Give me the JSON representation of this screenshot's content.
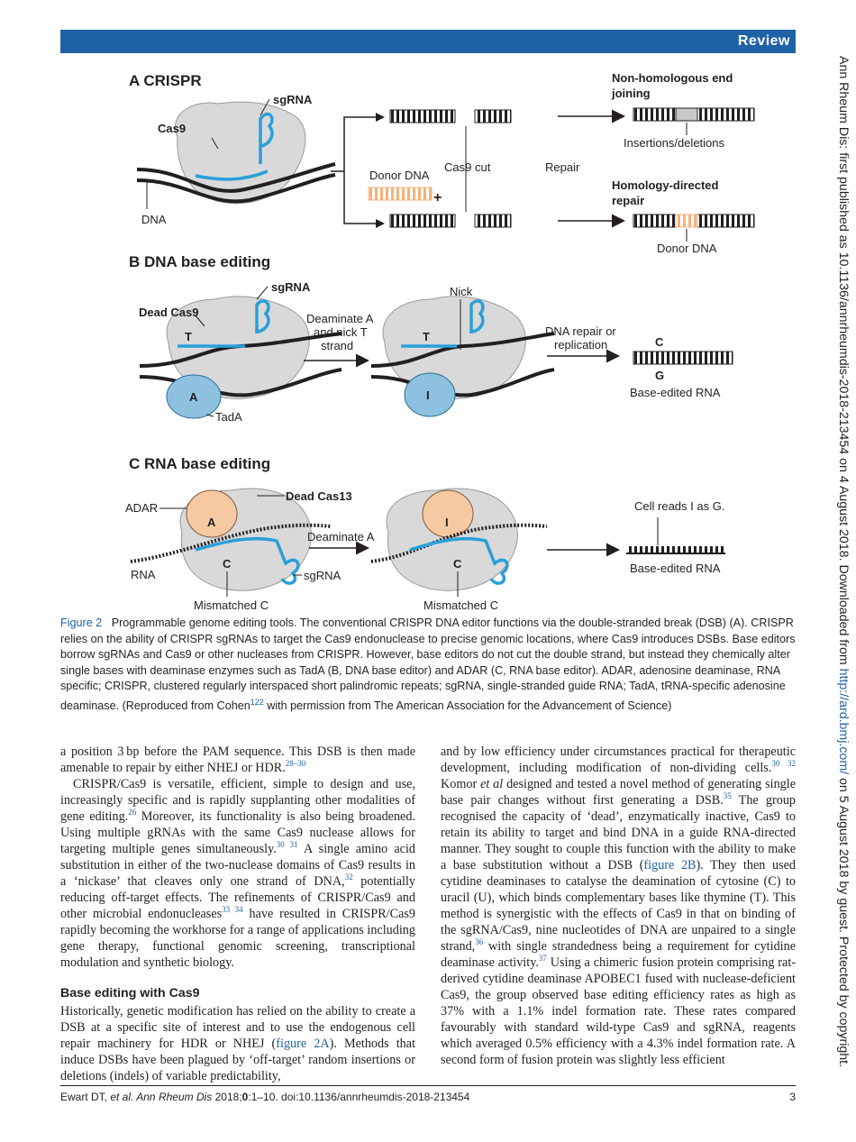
{
  "header": {
    "section": "Review"
  },
  "side_note": {
    "before_link": "Ann Rheum Dis: first published as 10.1136/annrheumdis-2018-213454 on 4 August 2018. Downloaded from ",
    "link": "http://ard.bmj.com/",
    "after_link": " on 5 August 2018 by guest. Protected by copyright."
  },
  "figure": {
    "panel_a": {
      "title": "A  CRISPR",
      "cas9": "Cas9",
      "sgrna": "sgRNA",
      "dna": "DNA",
      "donor_dna": "Donor DNA",
      "plus": "+",
      "cas9_cut": "Cas9 cut",
      "repair": "Repair",
      "nhej_line1": "Non-homologous end",
      "nhej_line2": "joining",
      "indels": "Insertions/deletions",
      "hdr_line1": "Homology-directed",
      "hdr_line2": "repair",
      "donor_dna_result": "Donor DNA"
    },
    "panel_b": {
      "title": "B  DNA base editing",
      "dead_cas9": "Dead Cas9",
      "sgrna": "sgRNA",
      "t_label": "T",
      "a_label": "A",
      "tada": "TadA",
      "step_line1": "Deaminate A",
      "step_line2": "and nick T",
      "step_line3": "strand",
      "nick": "Nick",
      "t_label2": "T",
      "i_label": "I",
      "repair_line1": "DNA repair or",
      "repair_line2": "replication",
      "c_label": "C",
      "g_label": "G",
      "result": "Base-edited RNA"
    },
    "panel_c": {
      "title": "C  RNA base editing",
      "adar": "ADAR",
      "dead_cas13": "Dead Cas13",
      "a_label": "A",
      "rna": "RNA",
      "c_label": "C",
      "sgrna": "sgRNA",
      "mismatched": "Mismatched C",
      "step": "Deaminate A",
      "i_label": "I",
      "c_label2": "C",
      "mismatched2": "Mismatched C",
      "reads": "Cell reads I as G.",
      "result": "Base-edited RNA"
    }
  },
  "caption": {
    "figno": "Figure 2",
    "text_part1": "Programmable genome editing tools. The conventional CRISPR DNA editor functions via the double-stranded break (DSB) (A). CRISPR relies on the ability of CRISPR sgRNAs to target the Cas9 endonuclease to precise genomic locations, where Cas9 introduces DSBs. Base editors borrow sgRNAs and Cas9 or other nucleases from CRISPR. However, base editors do not cut the double strand, but instead they chemically alter single bases with deaminase enzymes such as TadA (B, DNA base editor) and ADAR (C, RNA base editor). ADAR, adenosine deaminase, RNA specific; CRISPR, clustered regularly interspaced short palindromic repeats; sgRNA, single-stranded guide RNA; TadA, tRNA-specific adenosine deaminase. (Reproduced from Cohen",
    "ref": "122",
    "text_part2": " with permission from The American Association for the Advancement of Science)"
  },
  "left_column": {
    "p1a": "a position 3 bp before the PAM sequence. This DSB is then made amenable to repair by either NHEJ or HDR.",
    "p1_ref": "28–30",
    "p2a": "CRISPR/Cas9 is versatile, efficient, simple to design and use, increasingly specific and is rapidly supplanting other modalities of gene editing.",
    "p2_ref1": "26",
    "p2b": " Moreover, its functionality is also being broadened. Using multiple gRNAs with the same Cas9 nuclease allows for targeting multiple genes simultaneously.",
    "p2_ref2": "30 31",
    "p2c": " A single amino acid substitution in either of the two-nuclease domains of Cas9 results in a ‘nickase’ that cleaves only one strand of DNA,",
    "p2_ref3": "32",
    "p2d": " potentially reducing off-target effects. The refinements of CRISPR/Cas9 and other microbial endonucleases",
    "p2_ref4": "33 34",
    "p2e": " have resulted in CRISPR/Cas9 rapidly becoming the workhorse for a range of applications including gene therapy, functional genomic screening, transcriptional modulation and synthetic biology.",
    "heading": "Base editing with Cas9",
    "p3a": "Historically, genetic modification has relied on the ability to create a DSB at a specific site of interest and to use the endogenous cell repair machinery for HDR or NHEJ (",
    "p3_link": "figure 2A",
    "p3b": "). Methods that induce DSBs have been plagued by ‘off-target’ random insertions or deletions (indels) of variable predictability,"
  },
  "right_column": {
    "a1": "and by low efficiency under circumstances practical for therapeutic development, including modification of non-dividing cells.",
    "r1": "30 32",
    "a2": " Komor ",
    "a2_it": "et al",
    "a3": " designed and tested a novel method of generating single base pair changes without first generating a DSB.",
    "r2": "35",
    "a4": " The group recognised the capacity of ‘dead’, enzymatically inactive, Cas9 to retain its ability to target and bind DNA in a guide RNA-directed manner. They sought to couple this function with the ability to make a base substitution without a DSB (",
    "link": "figure 2B",
    "a5": "). They then used cytidine deaminases to catalyse the deamination of cytosine (C) to uracil (U), which binds complementary bases like thymine (T). This method is synergistic with the effects of Cas9 in that on binding of the sgRNA/Cas9, nine nucleotides of DNA are unpaired to a single strand,",
    "r3": "36",
    "a6": " with single strandedness being a requirement for cytidine deaminase activity.",
    "r4": "37",
    "a7": " Using a chimeric fusion protein comprising rat-derived cytidine deaminase APOBEC1 fused with nuclease-deficient Cas9, the group observed base editing efficiency rates as high as 37% with a 1.1% indel formation rate. These rates compared favourably with standard wild-type Cas9 and sgRNA, reagents which averaged 0.5% efficiency with a 4.3% indel formation rate. A second form of fusion protein was slightly less efficient"
  },
  "footer": {
    "authors": "Ewart DT, ",
    "etal": "et al",
    "journal": ". Ann Rheum Dis",
    "year": " 2018;",
    "vol": "0",
    "rest": ":1–10. doi:10.1136/annrheumdis-2018-213454",
    "page": "3"
  },
  "colors": {
    "banner": "#1f62a6",
    "link": "#1f62a6",
    "guide": "#2a9fd8",
    "donor": "#f4b27a",
    "protein": "#d9d9d9"
  }
}
